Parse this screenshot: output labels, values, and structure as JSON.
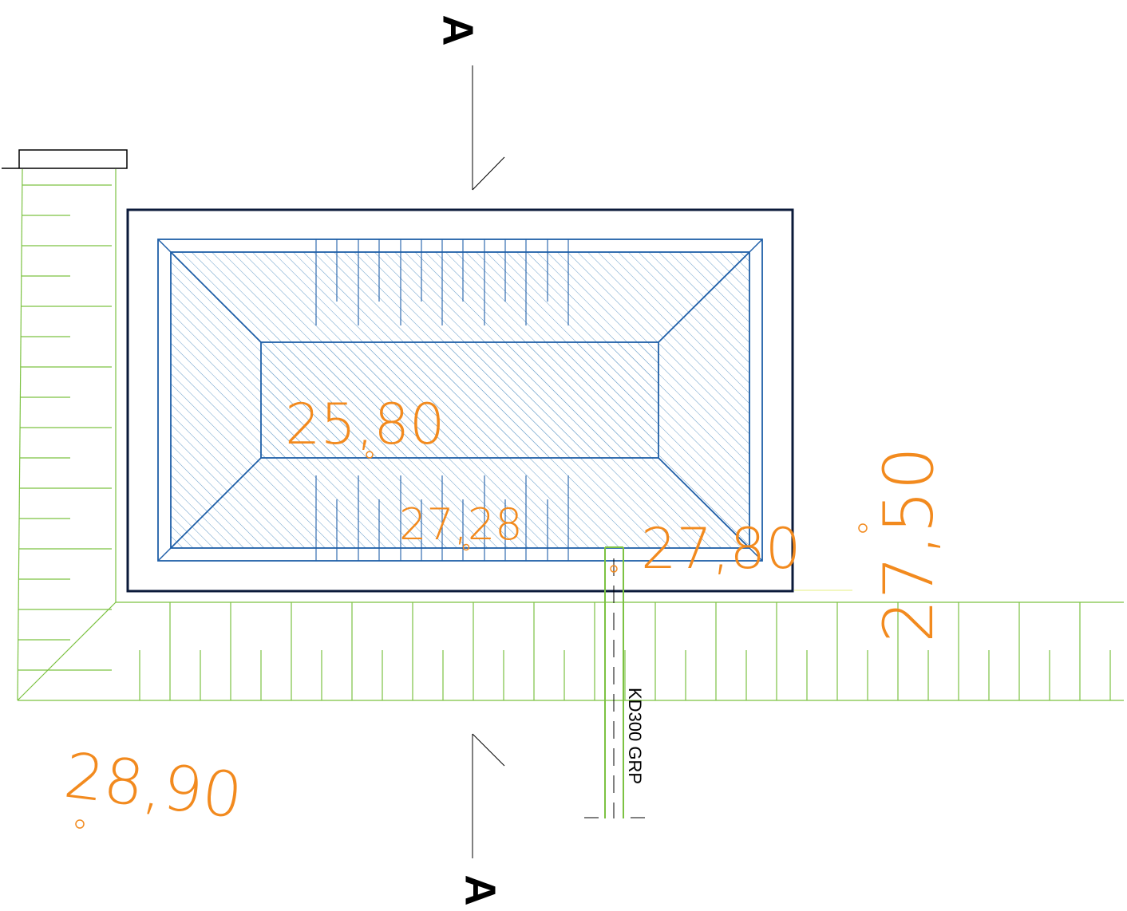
{
  "section_marker": {
    "top_label": "A",
    "bottom_label": "A"
  },
  "elevations": {
    "pond_bottom": "25,80",
    "inner_bank": "27,28",
    "pond_rim": "27,80",
    "right_ground": "27,50",
    "left_ground": "28,90"
  },
  "pipe": {
    "label": "KD300 GRP"
  },
  "colors": {
    "outline": "#0b1a3a",
    "water_blue": "#1f5fa8",
    "hatch_blue": "#6a9ec9",
    "terrain_green": "#7cc242",
    "elevation_orange": "#f28a1e",
    "section_black": "#000000"
  }
}
